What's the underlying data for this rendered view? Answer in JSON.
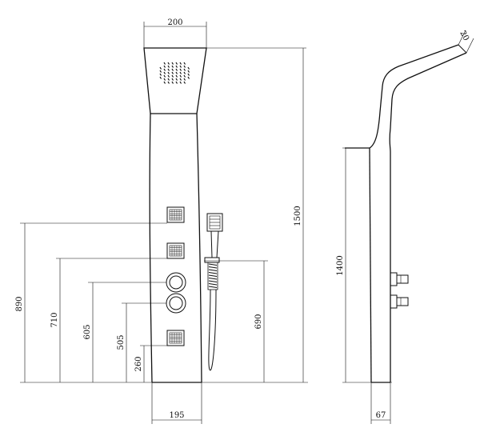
{
  "front_view": {
    "top_width": "200",
    "height_total": "1500",
    "jet_upper_height": "890",
    "jet_lower_height": "710",
    "knob_upper_height": "605",
    "knob_lower_height": "505",
    "jet_bottom_height": "260",
    "holder_height": "690",
    "base_width": "195"
  },
  "side_view": {
    "arm_diameter": "20",
    "panel_height": "1400",
    "depth": "67"
  }
}
